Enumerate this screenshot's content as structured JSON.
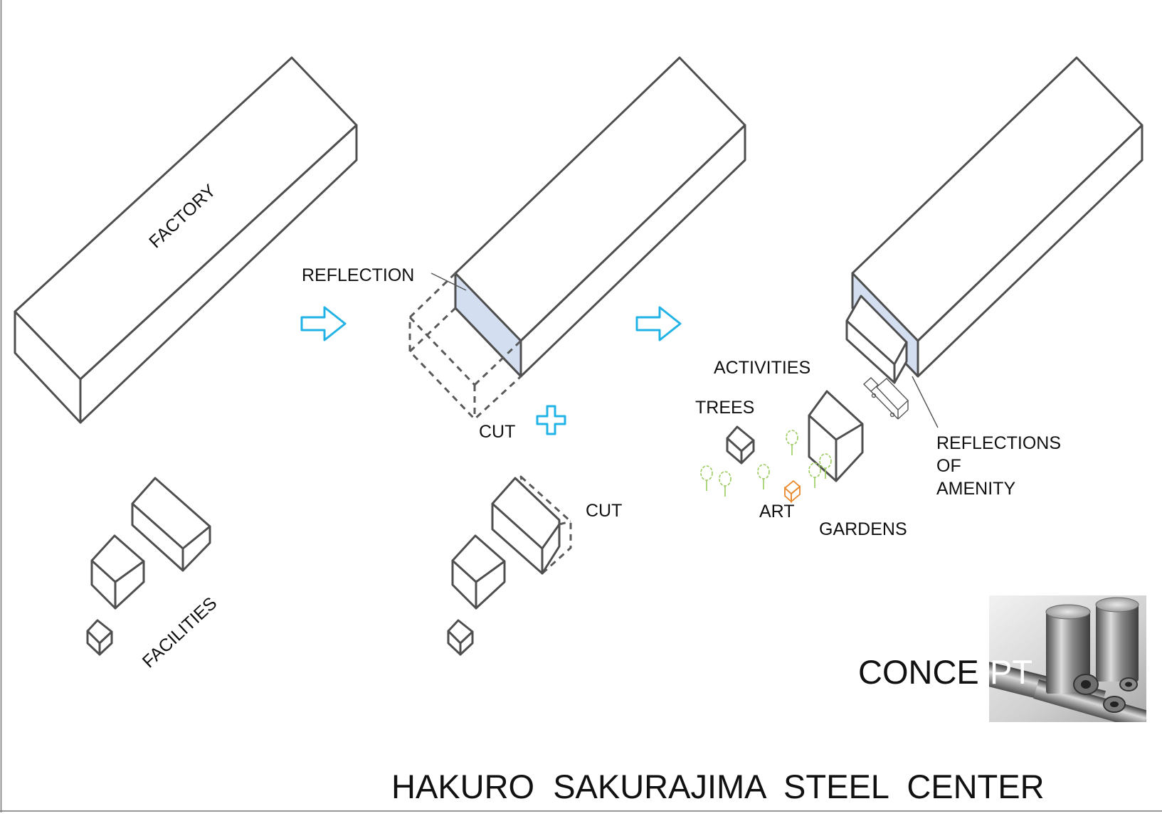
{
  "labels": {
    "factory": "FACTORY",
    "facilities": "FACILITIES",
    "reflection": "REFLECTION",
    "cut_top": "CUT",
    "cut_bottom": "CUT",
    "activities": "ACTIVITIES",
    "trees": "TREES",
    "art": "ART",
    "gardens": "GARDENS",
    "reflections_line1": "REFLECTIONS",
    "reflections_line2": "OF",
    "reflections_line3": "AMENITY",
    "concept_dark": "CONCE",
    "concept_light": "PT",
    "title": "HAKURO  SAKURAJIMA  STEEL  CENTER"
  },
  "colors": {
    "arrow": "#22b3e6",
    "reflection_fill": "#d3dff0",
    "tree": "#9acb5d",
    "art": "#e9892b",
    "outline": "#4f4f4f"
  },
  "icons": {
    "arrow": "outlined-right-arrow-icon",
    "plus": "outlined-plus-icon",
    "tree": "tree-outline-icon",
    "house": "house-outline-icon",
    "truck": "truck-outline-icon"
  }
}
